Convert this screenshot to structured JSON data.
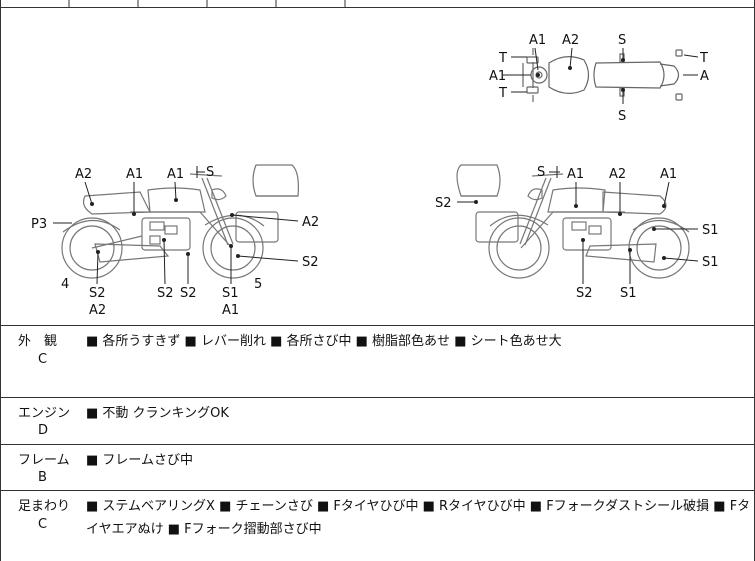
{
  "diagram": {
    "top_view": {
      "labels": [
        "A1",
        "A2",
        "S",
        "T",
        "A1",
        "T",
        "T",
        "A",
        "S"
      ]
    },
    "left_view": {
      "labels": [
        "A2",
        "A1",
        "A1",
        "S",
        "P3",
        "A2",
        "S2",
        "4",
        "S2",
        "A2",
        "S2",
        "S2",
        "S1",
        "A1",
        "5"
      ]
    },
    "right_view": {
      "labels": [
        "S",
        "A1",
        "A2",
        "A1",
        "S2",
        "S1",
        "S1",
        "S2",
        "S1"
      ]
    }
  },
  "rows": [
    {
      "label": "外　観",
      "grade": "C",
      "text": "■ 各所うすきず ■ レバー削れ ■ 各所さび中 ■ 樹脂部色あせ ■ シート色あせ大"
    },
    {
      "label": "エンジン",
      "grade": "D",
      "text": "■ 不動 クランキングOK"
    },
    {
      "label": "フレーム",
      "grade": "B",
      "text": "■ フレームさび中"
    },
    {
      "label": "足まわり",
      "grade": "C",
      "text": "■ ステムベアリングX ■ チェーンさび ■ Fタイヤひび中 ■ Rタイヤひび中 ■ Fフォークダストシール破損 ■ Fタイヤエアぬけ ■ Fフォーク摺動部さび中"
    }
  ]
}
